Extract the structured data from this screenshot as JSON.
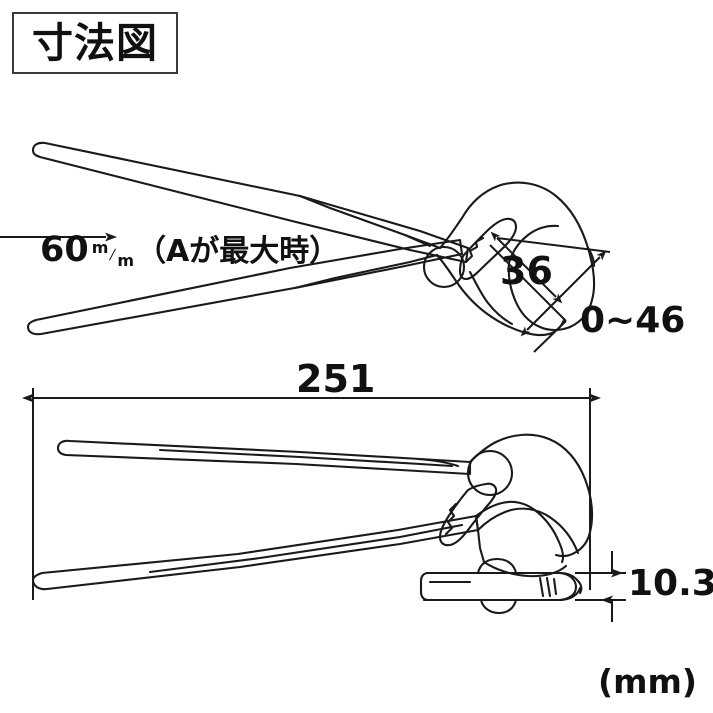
{
  "drawing": {
    "title": "寸法図",
    "unit_label": "(mm)",
    "product": "water pump pliers",
    "line_color": "#1a1a1a",
    "text_color": "#111111",
    "background_color": "#ffffff",
    "border_color": "#3a3a3a"
  },
  "dimensions": {
    "handle_spread": {
      "value": "60",
      "unit_numerator": "m",
      "unit_denominator": "m",
      "note": "（Aが最大時）"
    },
    "jaw_width": {
      "value": "36"
    },
    "jaw_opening": {
      "value": "0~46"
    },
    "overall_length": {
      "value": "251"
    },
    "thickness": {
      "value": "10.3"
    }
  },
  "views": {
    "top": {
      "name": "pliers open - maximum spread view"
    },
    "middle": {
      "name": "pliers closed - side profile view"
    },
    "bottom": {
      "name": "pliers edge-on thickness view"
    }
  }
}
